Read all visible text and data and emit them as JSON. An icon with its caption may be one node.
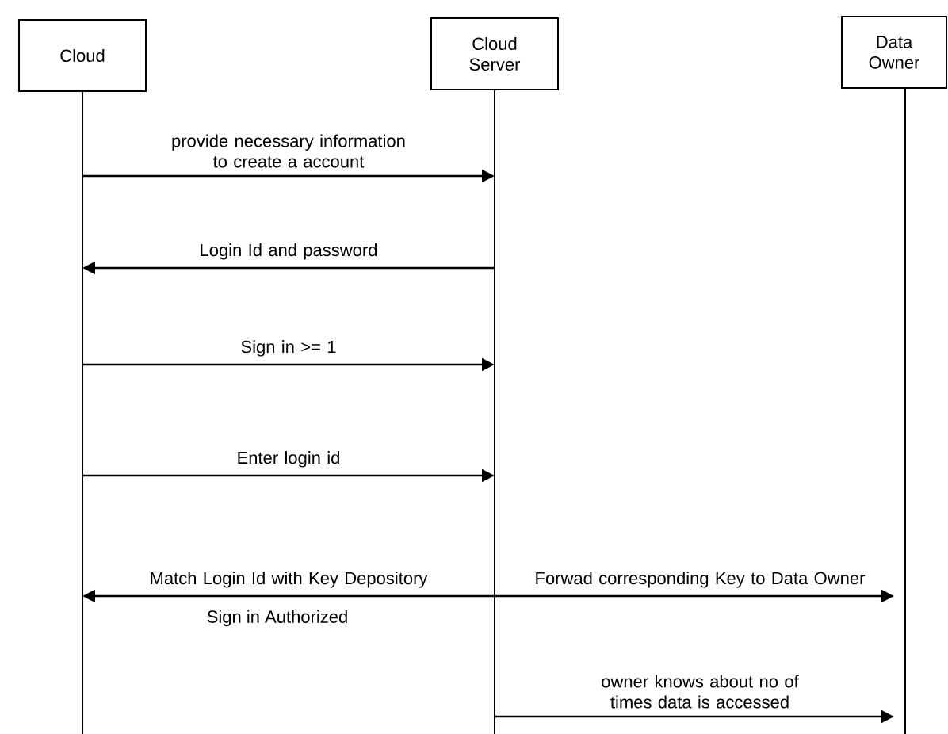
{
  "diagram": {
    "nodes": [
      {
        "text": [
          "Cloud"
        ]
      },
      {
        "text": [
          "Cloud Server"
        ]
      },
      {
        "text": [
          "Data Owner"
        ]
      }
    ],
    "edges": [
      {
        "from": 0,
        "to": 1,
        "arrow": "to",
        "label": "provide necessary information to create a account"
      },
      {
        "from": 1,
        "to": 0,
        "arrow": "to",
        "label": "Login Id and password"
      },
      {
        "from": 0,
        "to": 1,
        "arrow": "to",
        "label": "Sign in >= 1"
      },
      {
        "from": 0,
        "to": 1,
        "arrow": "to",
        "label": "Enter login id"
      },
      {
        "from": 1,
        "to": 0,
        "arrow": "to",
        "label": "Match Login Id with Key Depository"
      },
      {
        "from": 1,
        "to": 2,
        "arrow": "to",
        "label": "Forwad corresponding Key to Data Owner"
      },
      {
        "from": 1,
        "to": 2,
        "arrow": "to",
        "label": "owner knows about no of times data is accessed"
      }
    ],
    "labels": [
      "Sign in Authorized"
    ]
  }
}
